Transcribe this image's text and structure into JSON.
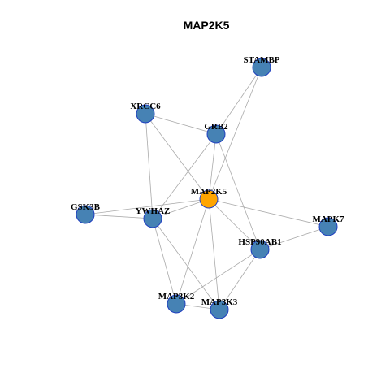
{
  "title": "MAP2K5",
  "colors": {
    "default_node": "#4682b4",
    "focus_node": "#ffa500",
    "node_border": "#1f3fbf",
    "edge": "#aaaaaa"
  },
  "nodes": [
    {
      "id": "MAP2K5",
      "label": "MAP2K5",
      "focus": true
    },
    {
      "id": "STAMBP",
      "label": "STAMBP",
      "focus": false
    },
    {
      "id": "XRCC6",
      "label": "XRCC6",
      "focus": false
    },
    {
      "id": "GRB2",
      "label": "GRB2",
      "focus": false
    },
    {
      "id": "GSK3B",
      "label": "GSK3B",
      "focus": false
    },
    {
      "id": "YWHAZ",
      "label": "YWHAZ",
      "focus": false
    },
    {
      "id": "MAPK7",
      "label": "MAPK7",
      "focus": false
    },
    {
      "id": "HSP90AB1",
      "label": "HSP90AB1",
      "focus": false
    },
    {
      "id": "MAP3K2",
      "label": "MAP3K2",
      "focus": false
    },
    {
      "id": "MAP3K3",
      "label": "MAP3K3",
      "focus": false
    }
  ],
  "edges": [
    [
      "STAMBP",
      "GRB2"
    ],
    [
      "STAMBP",
      "MAP2K5"
    ],
    [
      "XRCC6",
      "GRB2"
    ],
    [
      "XRCC6",
      "MAP2K5"
    ],
    [
      "XRCC6",
      "YWHAZ"
    ],
    [
      "GRB2",
      "MAP2K5"
    ],
    [
      "GRB2",
      "YWHAZ"
    ],
    [
      "GRB2",
      "HSP90AB1"
    ],
    [
      "MAP2K5",
      "YWHAZ"
    ],
    [
      "MAP2K5",
      "GSK3B"
    ],
    [
      "MAP2K5",
      "MAPK7"
    ],
    [
      "MAP2K5",
      "HSP90AB1"
    ],
    [
      "MAP2K5",
      "MAP3K2"
    ],
    [
      "MAP2K5",
      "MAP3K3"
    ],
    [
      "GSK3B",
      "YWHAZ"
    ],
    [
      "YWHAZ",
      "MAP3K2"
    ],
    [
      "YWHAZ",
      "MAP3K3"
    ],
    [
      "MAPK7",
      "HSP90AB1"
    ],
    [
      "HSP90AB1",
      "MAP3K2"
    ],
    [
      "HSP90AB1",
      "MAP3K3"
    ],
    [
      "MAP3K2",
      "MAP3K3"
    ]
  ]
}
